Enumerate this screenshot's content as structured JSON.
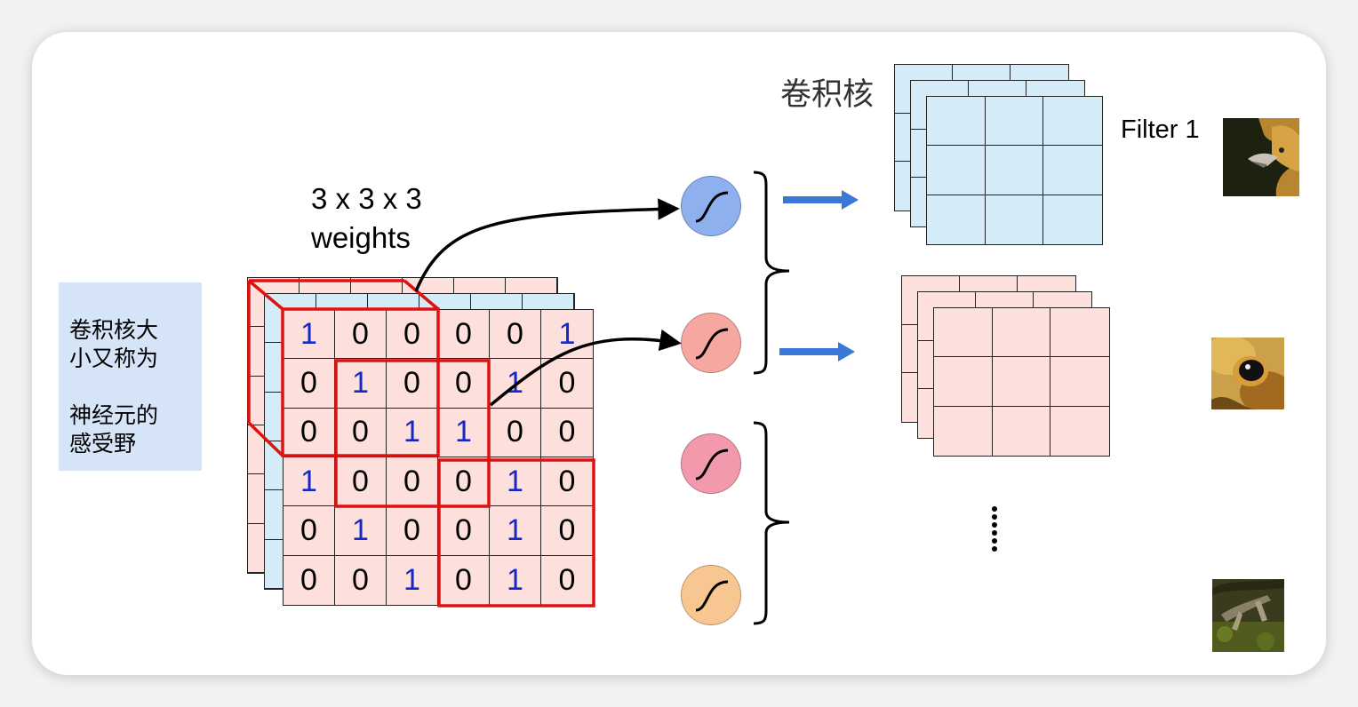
{
  "sidebar": {
    "lines_a": [
      "卷积核大",
      "小又称为"
    ],
    "lines_b": [
      "神经元的",
      "感受野"
    ]
  },
  "weights_label": [
    "3 x 3 x 3",
    "weights"
  ],
  "kernel_label": "卷积核",
  "filter_label": "Filter 1",
  "input_matrix": [
    [
      "1",
      "0",
      "0",
      "0",
      "0",
      "1"
    ],
    [
      "0",
      "1",
      "0",
      "0",
      "1",
      "0"
    ],
    [
      "0",
      "0",
      "1",
      "1",
      "0",
      "0"
    ],
    [
      "1",
      "0",
      "0",
      "0",
      "1",
      "0"
    ],
    [
      "0",
      "1",
      "0",
      "0",
      "1",
      "0"
    ],
    [
      "0",
      "0",
      "1",
      "0",
      "1",
      "0"
    ]
  ],
  "colors": {
    "input_front": "#fde0dc",
    "input_middle": "#d4ecf7",
    "input_back": "#fde0dc",
    "kernel_blue": "#d4ecf7",
    "kernel_pink": "#fde0dc",
    "highlight": "#e01010",
    "arrow_blue": "#3a78d8",
    "one_digit": "#1428c8"
  },
  "neurons": [
    {
      "name": "blue",
      "color": "#8fb0ee"
    },
    {
      "name": "salmon",
      "color": "#f6a8a0"
    },
    {
      "name": "pink",
      "color": "#f29aac"
    },
    {
      "name": "orange",
      "color": "#f8c690"
    }
  ],
  "icons": [
    "sigmoid-icon",
    "right-arrow-icon",
    "curly-brace-icon",
    "vertical-ellipsis-icon"
  ]
}
